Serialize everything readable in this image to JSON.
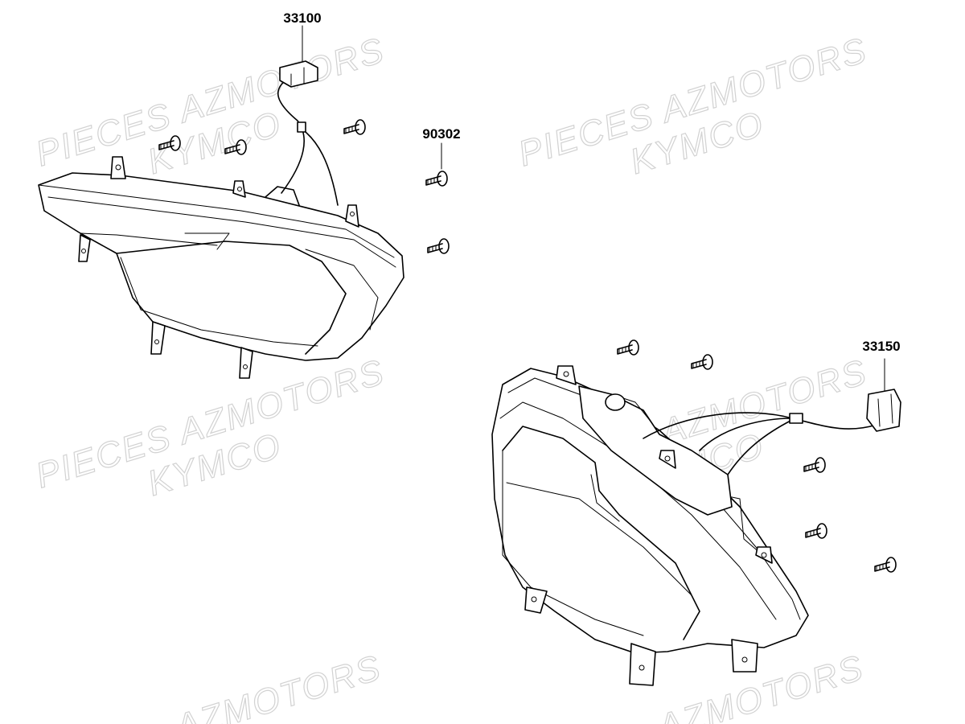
{
  "watermark": {
    "line1": "PIECES AZMOTORS",
    "line2": "KYMCO",
    "partial": "AZMOTORS",
    "color": "#d2d2d2"
  },
  "parts": {
    "left_light": {
      "code": "33100"
    },
    "screw": {
      "code": "90302"
    },
    "right_light": {
      "code": "33150"
    }
  },
  "icons": [
    "screw-icon",
    "connector-icon",
    "turn-signal-light-icon"
  ]
}
